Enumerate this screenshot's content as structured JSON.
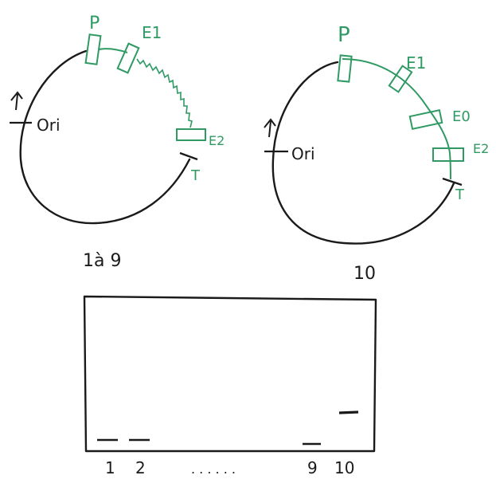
{
  "colors": {
    "ink": "#1a1a1a",
    "green": "#2f9a63"
  },
  "plasmid_left": {
    "labels": {
      "P": "P",
      "E1": "E1",
      "E2": "E2",
      "T": "T",
      "ori": "Ori"
    },
    "caption": "1à 9"
  },
  "plasmid_right": {
    "labels": {
      "P": "P",
      "E1": "E1",
      "E0": "E0",
      "E2": "E2",
      "T": "T",
      "ori": "Ori"
    },
    "caption": "10"
  },
  "gel": {
    "lane_labels": [
      "1",
      "2",
      ". . . . . .",
      "9",
      "10"
    ]
  }
}
